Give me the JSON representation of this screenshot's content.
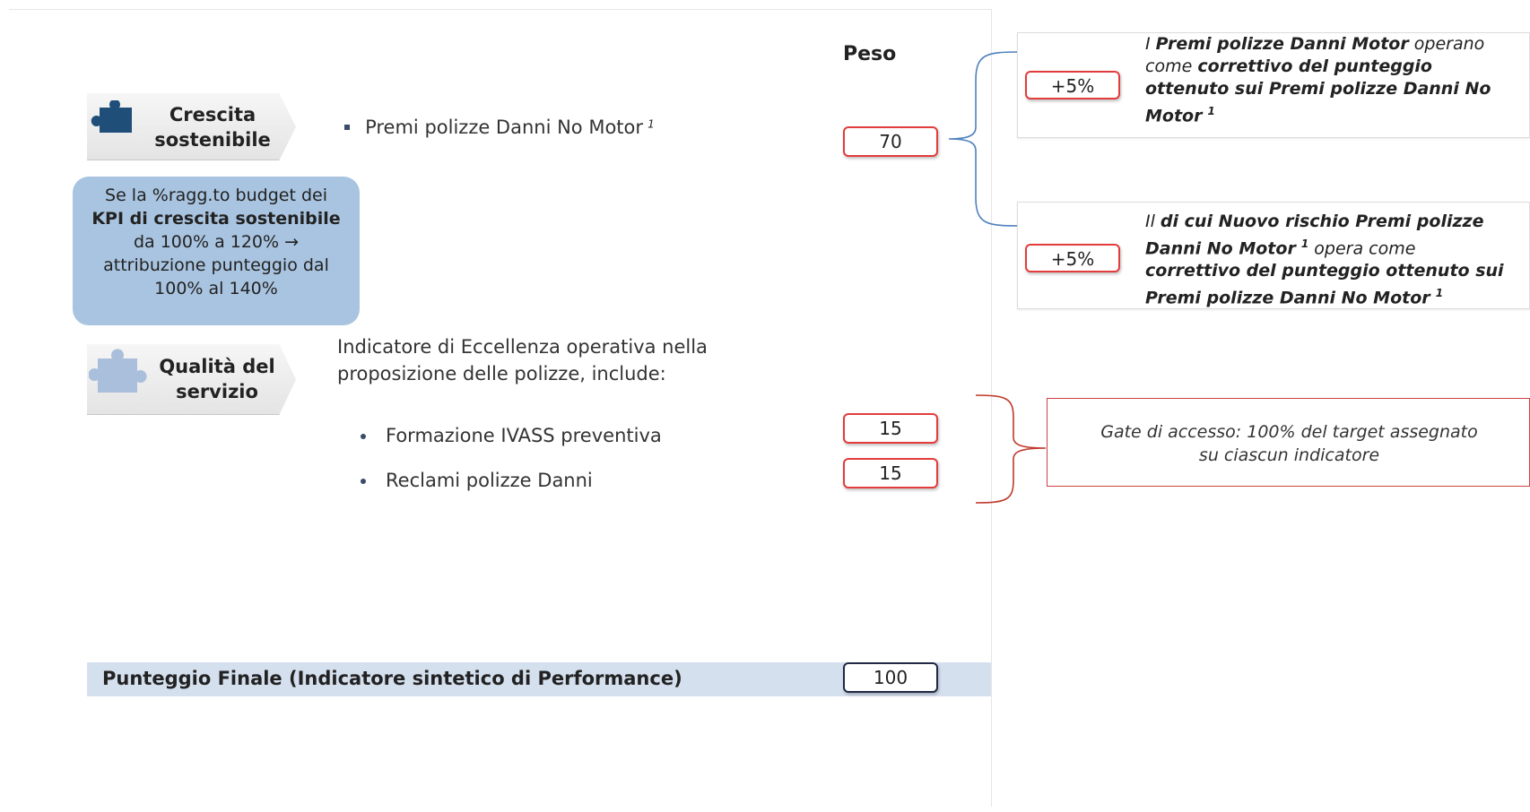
{
  "peso_header": "Peso",
  "crescita": {
    "title_line1": "Crescita",
    "title_line2": "sostenibile",
    "item": "Premi polizze Danni No Motor",
    "item_sup": "1",
    "weight": "70"
  },
  "info_box": {
    "line1": "Se la %ragg.to budget dei",
    "line2_bold": "KPI di crescita sostenibile",
    "line3": "da 100% a 120% →",
    "line4": "attribuzione punteggio dal",
    "line5": "100% al 140%"
  },
  "qualita": {
    "title_line1": "Qualità del",
    "title_line2": "servizio",
    "desc_line1": "Indicatore di Eccellenza operativa nella",
    "desc_line2": "proposizione delle polizze, include:",
    "bullets": [
      {
        "label": "Formazione IVASS preventiva",
        "weight": "15"
      },
      {
        "label": "Reclami polizze Danni",
        "weight": "15"
      }
    ]
  },
  "right_cards": [
    {
      "value": "+5%",
      "t1": "I ",
      "t1b": "Premi polizze Danni Motor",
      "t1c": " operano",
      "t2": "come ",
      "t2b": "correttivo del punteggio",
      "t3b": "ottenuto sui Premi polizze Danni No",
      "t4b": "Motor",
      "t4sup": "1"
    },
    {
      "value": "+5%",
      "t1": "Il ",
      "t1b": "di cui Nuovo rischio Premi polizze",
      "t2b": "Danni No Motor",
      "t2sup": "1",
      "t2c": " opera come",
      "t3b": "correttivo del punteggio ottenuto sui",
      "t4b": "Premi polizze Danni No Motor",
      "t4sup": "1"
    }
  ],
  "gate": {
    "line1": "Gate di accesso: 100% del target assegnato",
    "line2": "su ciascun indicatore"
  },
  "final": {
    "label": "Punteggio Finale (Indicatore sintetico di Performance)",
    "value": "100"
  },
  "colors": {
    "accent_red": "#e23c3c",
    "navy": "#1f4e79",
    "info_blue": "#a9c4e0",
    "final_bar": "#d5e0ef",
    "brace_blue": "#4f81bd",
    "brace_red": "#c0392b"
  }
}
